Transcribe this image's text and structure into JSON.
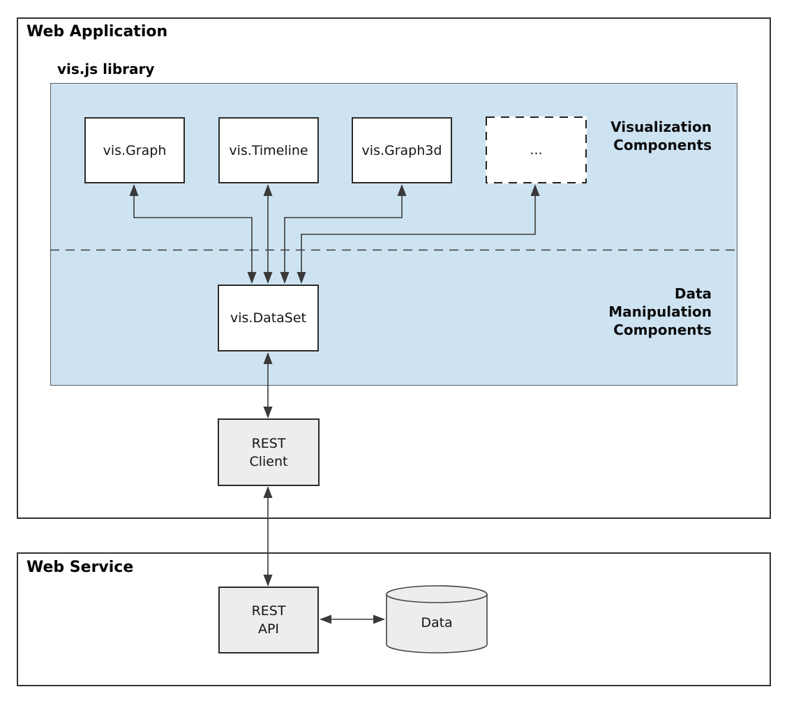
{
  "colors": {
    "page_bg": "#ffffff",
    "library_fill": "#cee3f2",
    "node_fill": "#ffffff",
    "service_node_fill": "#ededed",
    "outline": "#333333",
    "arrow": "#3a3a3a"
  },
  "web_application": {
    "title": "Web Application",
    "library": {
      "title": "vis.js library",
      "visualization_section": {
        "lines": [
          "Visualization",
          "Components"
        ]
      },
      "data_manipulation_section": {
        "lines": [
          "Data",
          "Manipulation",
          "Components"
        ]
      },
      "components": [
        {
          "label": "vis.Graph"
        },
        {
          "label": "vis.Timeline"
        },
        {
          "label": "vis.Graph3d"
        },
        {
          "label": "..."
        }
      ],
      "dataset": {
        "label": "vis.DataSet"
      }
    },
    "rest_client": {
      "lines": [
        "REST",
        "Client"
      ]
    }
  },
  "web_service": {
    "title": "Web Service",
    "rest_api": {
      "lines": [
        "REST",
        "API"
      ]
    },
    "data_store": {
      "label": "Data"
    }
  }
}
